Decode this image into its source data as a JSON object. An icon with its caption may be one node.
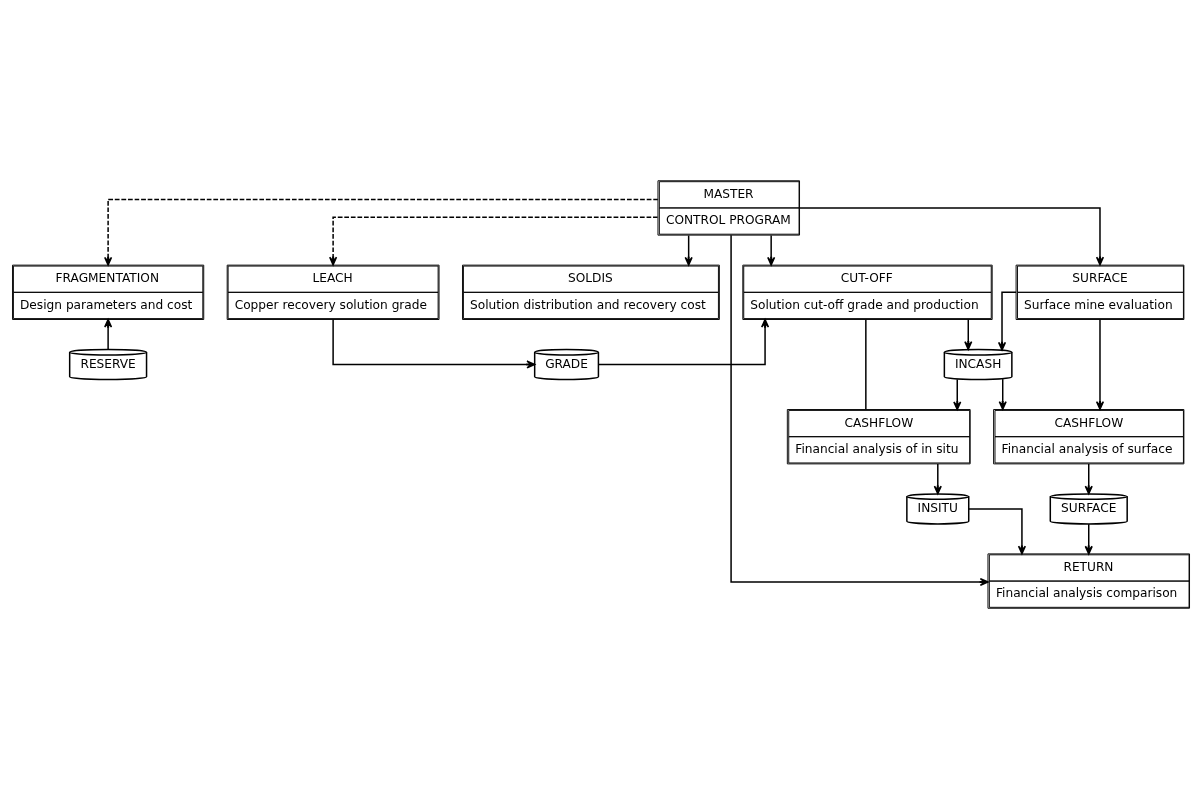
{
  "diagram": {
    "nodes": [
      {
        "text": [
          "MASTER",
          "CONTROL PROGRAM"
        ]
      },
      {
        "text": [
          "FRAGMENTATION",
          "Design parameters and cost"
        ]
      },
      {
        "text": [
          "LEACH",
          "Copper recovery solution grade"
        ]
      },
      {
        "text": [
          "SOLDIS",
          "Solution distribution and recovery cost"
        ]
      },
      {
        "text": [
          "CUT-OFF",
          "Solution cut-off grade and production"
        ]
      },
      {
        "text": [
          "SURFACE",
          "Surface mine evaluation"
        ]
      },
      {
        "text": [
          "RESERVE"
        ]
      },
      {
        "text": [
          "GRADE"
        ]
      },
      {
        "text": [
          "INCASH"
        ]
      },
      {
        "text": [
          "CASHFLOW",
          "Financial analysis of in situ"
        ]
      },
      {
        "text": [
          "CASHFLOW",
          "Financial analysis of surface"
        ]
      },
      {
        "text": [
          "INSITU"
        ]
      },
      {
        "text": [
          "SURFACE"
        ]
      },
      {
        "text": [
          "RETURN",
          "Financial analysis comparison"
        ]
      }
    ],
    "edges": [
      {
        "from": 0,
        "to": 1,
        "arrow": "to",
        "style": "dashed"
      },
      {
        "from": 0,
        "to": 2,
        "arrow": "to",
        "style": "dashed"
      },
      {
        "from": 0,
        "to": 3,
        "arrow": "to"
      },
      {
        "from": 0,
        "to": 4,
        "arrow": "to"
      },
      {
        "from": 0,
        "to": 5,
        "arrow": "to"
      },
      {
        "from": 0,
        "to": 13,
        "arrow": "to"
      },
      {
        "from": 6,
        "to": 1,
        "arrow": "to"
      },
      {
        "from": 2,
        "to": 7,
        "arrow": "to"
      },
      {
        "from": 7,
        "to": 4,
        "arrow": "to"
      },
      {
        "from": 4,
        "to": 8,
        "arrow": "to"
      },
      {
        "from": 5,
        "to": 8,
        "arrow": "to"
      },
      {
        "from": 8,
        "to": 9,
        "arrow": "to"
      },
      {
        "from": 8,
        "to": 10,
        "arrow": "to"
      },
      {
        "from": 4,
        "to": 9,
        "arrow": "none"
      },
      {
        "from": 5,
        "to": 10,
        "arrow": "to"
      },
      {
        "from": 9,
        "to": 11,
        "arrow": "to"
      },
      {
        "from": 10,
        "to": 12,
        "arrow": "to"
      },
      {
        "from": 11,
        "to": 13,
        "arrow": "to"
      },
      {
        "from": 12,
        "to": 13,
        "arrow": "to"
      }
    ]
  }
}
